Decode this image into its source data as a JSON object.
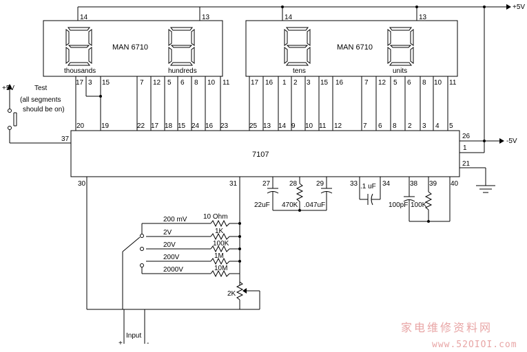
{
  "power": {
    "vplus_top": "+5V",
    "vminus": "-5V",
    "test_vplus": "+5V"
  },
  "displays": {
    "left_part": "MAN 6710",
    "right_part": "MAN 6710",
    "digit_thousands": "thousands",
    "digit_hundreds": "hundreds",
    "digit_tens": "tens",
    "digit_units": "units"
  },
  "display_pins": {
    "left_top_14": "14",
    "left_top_13": "13",
    "right_top_14": "14",
    "right_top_13": "13",
    "left_bottom": [
      "17",
      "3",
      "15",
      "7",
      "12",
      "5",
      "6",
      "8",
      "10",
      "11"
    ],
    "right_bottom": [
      "17",
      "16",
      "1",
      "2",
      "3",
      "15",
      "16",
      "7",
      "12",
      "5",
      "6",
      "8",
      "10",
      "11"
    ]
  },
  "chip": {
    "label": "7107",
    "top_pins": [
      "20",
      "19",
      "22",
      "17",
      "18",
      "15",
      "24",
      "16",
      "23",
      "25",
      "13",
      "14",
      "9",
      "10",
      "11",
      "12",
      "7",
      "6",
      "8",
      "2",
      "3",
      "4",
      "5"
    ],
    "pin_37": "37",
    "pin_26": "26",
    "pin_1": "1",
    "pin_21": "21",
    "pin_30": "30",
    "pin_31": "31",
    "bottom_pins": [
      "27",
      "28",
      "29",
      "33",
      "34",
      "38",
      "39",
      "40"
    ]
  },
  "test_switch": {
    "line1": "Test",
    "line2": "(all segments",
    "line3": "should be on)"
  },
  "components": {
    "c_22uF": "22uF",
    "r_470K": "470K",
    "c_047uF": ".047uF",
    "c_1uF": ".1 uF",
    "c_100pF": "100pF",
    "r_100K": "100K"
  },
  "range_selector": {
    "ranges": [
      "200 mV",
      "2V",
      "20V",
      "200V",
      "2000V"
    ],
    "resistors": [
      "10 Ohm",
      "1K",
      "100K",
      "1M",
      "10M"
    ],
    "pot": "2K"
  },
  "input": {
    "label": "Input",
    "plus": "+",
    "minus": "-"
  },
  "watermark": {
    "line1": "家电维修资料网",
    "line2": "www.52OIOI.com"
  }
}
